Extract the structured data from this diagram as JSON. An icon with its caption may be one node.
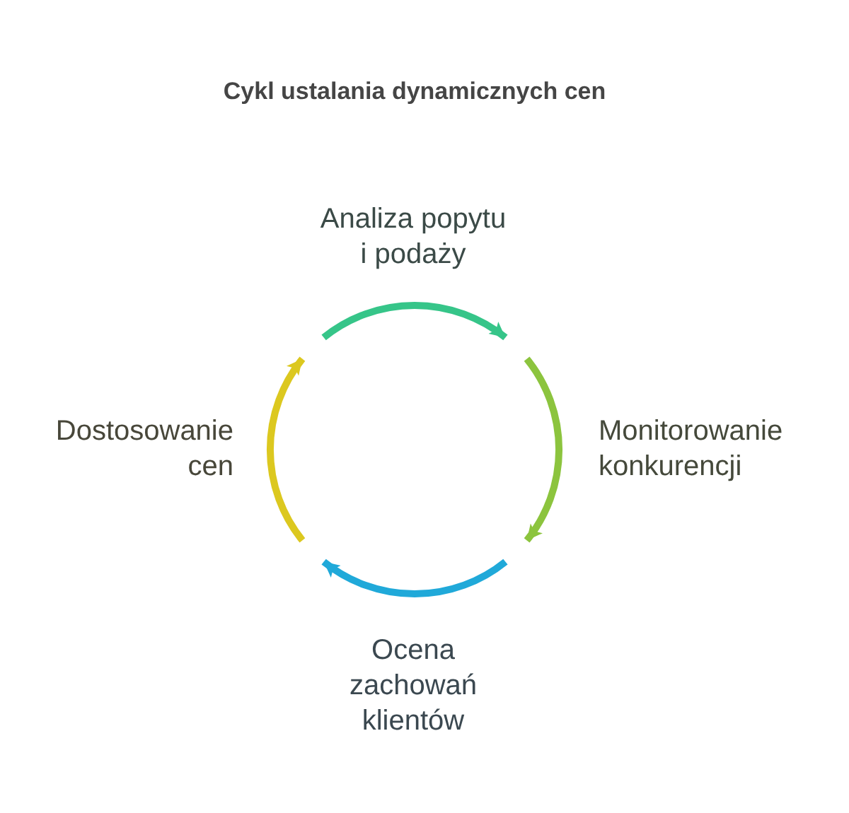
{
  "diagram": {
    "title": "Cykl ustalania dynamicznych cen",
    "nodes": [
      {
        "text": [],
        "shape": "arrow",
        "beside": [
          "Analiza popytu i podaży"
        ]
      },
      {
        "text": [],
        "shape": "arrow",
        "beside": [
          "Monitorowanie konkurencji"
        ]
      },
      {
        "text": [],
        "shape": "arrow",
        "beside": [
          "Ocena zachowań klientów"
        ]
      },
      {
        "text": [],
        "shape": "arrow",
        "beside": [
          "Dostosowanie cen"
        ]
      }
    ]
  }
}
